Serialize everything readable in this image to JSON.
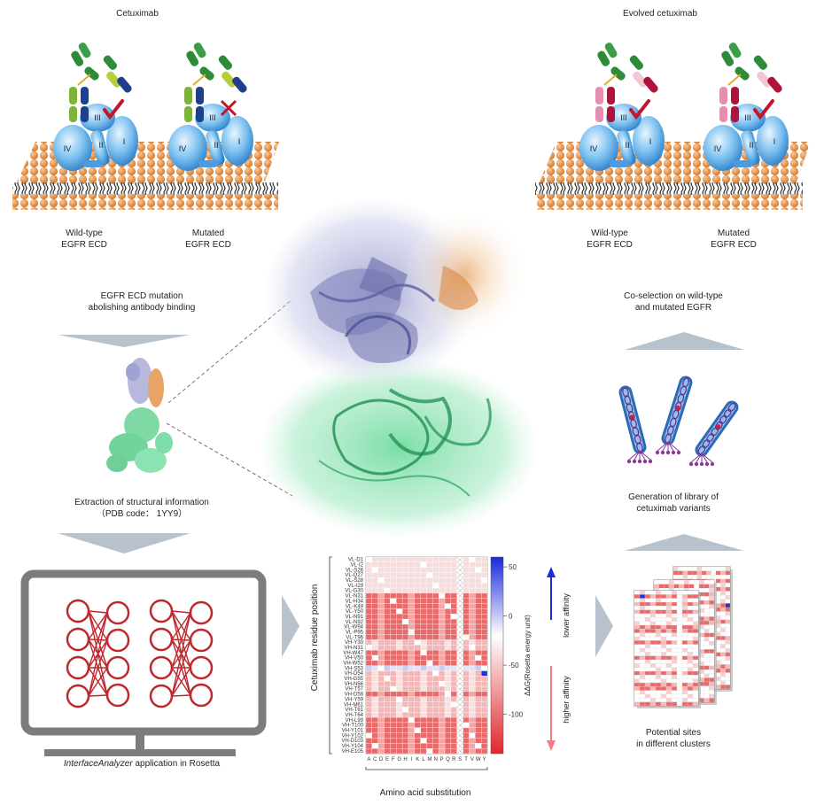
{
  "top_left": {
    "title": "Cetuximab",
    "left_label": [
      "Wild-type",
      "EGFR ECD"
    ],
    "right_label": [
      "Mutated",
      "EGFR ECD"
    ]
  },
  "top_right": {
    "title": "Evolved cetuximab",
    "left_label": [
      "Wild-type",
      "EGFR ECD"
    ],
    "right_label": [
      "Mutated",
      "EGFR ECD"
    ]
  },
  "domains": [
    "III",
    "II",
    "I",
    "IV"
  ],
  "steps": {
    "mutation": [
      "EGFR ECD mutation",
      "abolishing antibody binding"
    ],
    "extraction": [
      "Extraction of structural information",
      "（PDB code： 1YY9）"
    ],
    "interface_italic": "InterfaceAnalyzer",
    "interface_rest": " application in Rosetta",
    "coselection": [
      "Co-selection on wild-type",
      "and mutated EGFR"
    ],
    "library": [
      "Generation of library of",
      "cetuximab variants"
    ],
    "potential": [
      "Potential sites",
      "in different clusters"
    ]
  },
  "heatmap": {
    "ylabel": "Cetuximab residue position",
    "xlabel": "Amino acid substitution",
    "cbar_label": "ΔΔG(Rosetta energy unit)",
    "cbar_ticks": [
      "50",
      "0",
      "-50",
      "-100"
    ],
    "lower_affinity": "lower affinity",
    "higher_affinity": "higher affinity",
    "rows": [
      "VL-D1",
      "VL-I2",
      "VL-S26",
      "VL-Q27",
      "VL-S28",
      "VL-I29",
      "VL-G30",
      "VL-N31",
      "VL-H34",
      "VL-K49",
      "VL-Y50",
      "VL-N91",
      "VL-N92",
      "VL-W94",
      "VL-P95",
      "VL-T96",
      "VH-Y30",
      "VH-N31",
      "VH-W47",
      "VH-V50",
      "VH-W52",
      "VH-S53",
      "VH-D54",
      "VH-G55",
      "VH-N56",
      "VH-T57",
      "VH-D58",
      "VH-Y59",
      "VH-M61",
      "VH-T61",
      "VH-T64",
      "VH-L99",
      "VH-T100",
      "VH-Y101",
      "VH-Y102",
      "VH-D103",
      "VH-Y104",
      "VH-E105"
    ],
    "cols": [
      "A",
      "C",
      "D",
      "E",
      "F",
      "G",
      "H",
      "I",
      "K",
      "L",
      "M",
      "N",
      "P",
      "Q",
      "R",
      "S",
      "T",
      "V",
      "W",
      "Y"
    ]
  },
  "colors": {
    "antibody_green": "#2e8b3a",
    "membrane": "#e8913c",
    "egfr_blue": "#5aa9e6",
    "check_red": "#c0182a",
    "network_red": "#c0282e",
    "arrow_grey": "#b8c2cc",
    "monitor_grey": "#7c7c7c"
  }
}
